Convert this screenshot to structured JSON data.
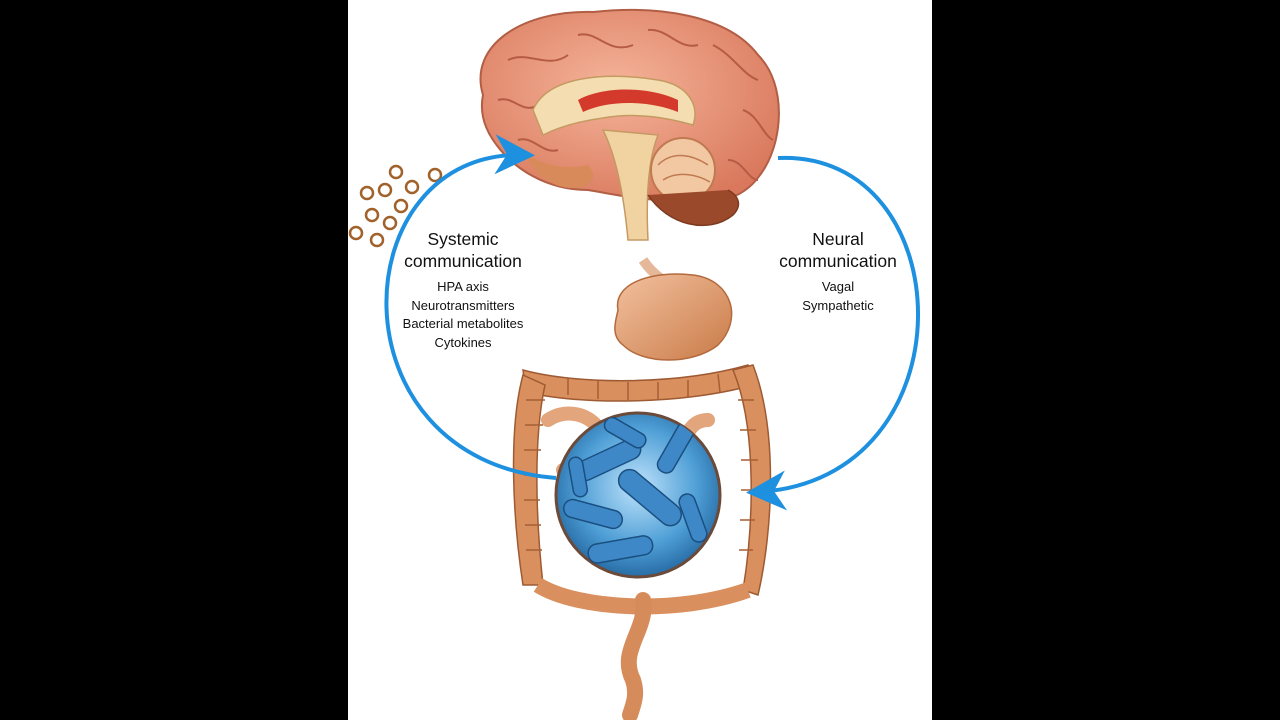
{
  "systemic": {
    "title_line1": "Systemic",
    "title_line2": "communication",
    "items": [
      "HPA axis",
      "Neurotransmitters",
      "Bacterial metabolites",
      "Cytokines"
    ]
  },
  "neural": {
    "title_line1": "Neural",
    "title_line2": "communication",
    "items": [
      "Vagal",
      "Sympathetic"
    ]
  },
  "colors": {
    "arrow": "#1e90e0",
    "brain_cortex": "#e9967a",
    "intestine": "#d9905e",
    "bacteria": "#4f9fd6",
    "metabolite_rings": "#a0622a"
  }
}
